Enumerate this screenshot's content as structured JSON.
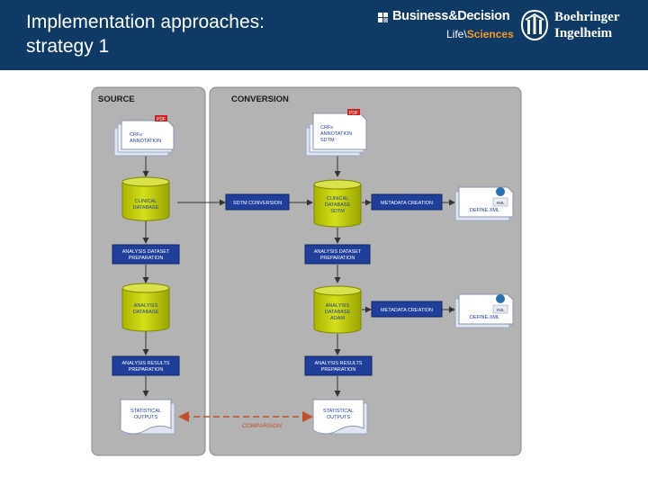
{
  "header": {
    "title_line1": "Implementation approaches:",
    "title_line2": "strategy 1",
    "logo_bd_text": "Business&Decision",
    "logo_life": "Life",
    "logo_sciences": "Sciences",
    "logo_bi_line1": "Boehringer",
    "logo_bi_line2": "Ingelheim"
  },
  "diagram": {
    "source_label": "SOURCE",
    "conversion_label": "CONVERSION",
    "pdf_badge": "PDF",
    "xml_badge": "XML",
    "source_doc": [
      "CRFs",
      "ANNOTATION"
    ],
    "conversion_doc": [
      "CRFs",
      "ANNOTATION",
      "SDTM"
    ],
    "clinical_db": [
      "CLINICAL",
      "DATABASE"
    ],
    "sdtm_conversion": "SDTM CONVERSION",
    "clinical_db_sdtm": [
      "CLINICAL",
      "DATABASE",
      "SDTM"
    ],
    "metadata_creation_1": "METADATA CREATION",
    "define_xml_1": "DEFINE.XML",
    "analysis_prep_source": [
      "ANALYSIS DATASET",
      "PREPARATION"
    ],
    "analysis_prep_conversion": [
      "ANALYSIS DATASET",
      "PREPARATION"
    ],
    "analysis_db": [
      "ANALYSIS",
      "DATABASE"
    ],
    "analysis_db_adam": [
      "ANALYSIS",
      "DATABASE",
      "ADAM"
    ],
    "metadata_creation_2": "METADATA CREATION",
    "define_xml_2": "DEFINE.XML",
    "results_prep_source": [
      "ANALYSIS RESULTS",
      "PREPARATION"
    ],
    "results_prep_conversion": [
      "ANALYSIS RESULTS",
      "PREPARATION"
    ],
    "stat_outputs_source": [
      "STATISTICAL",
      "OUTPUTS"
    ],
    "stat_outputs_conversion": [
      "STATISTICAL",
      "OUTPUTS"
    ],
    "comparison": "COMPARISON"
  },
  "colors": {
    "header_bg": "#0f3a66",
    "panel_bg": "#b3b3b3",
    "process_box": "#1f3f9a",
    "database": "#c8d400",
    "comparison": "#c0502e",
    "sciences_accent": "#f39a2c"
  }
}
